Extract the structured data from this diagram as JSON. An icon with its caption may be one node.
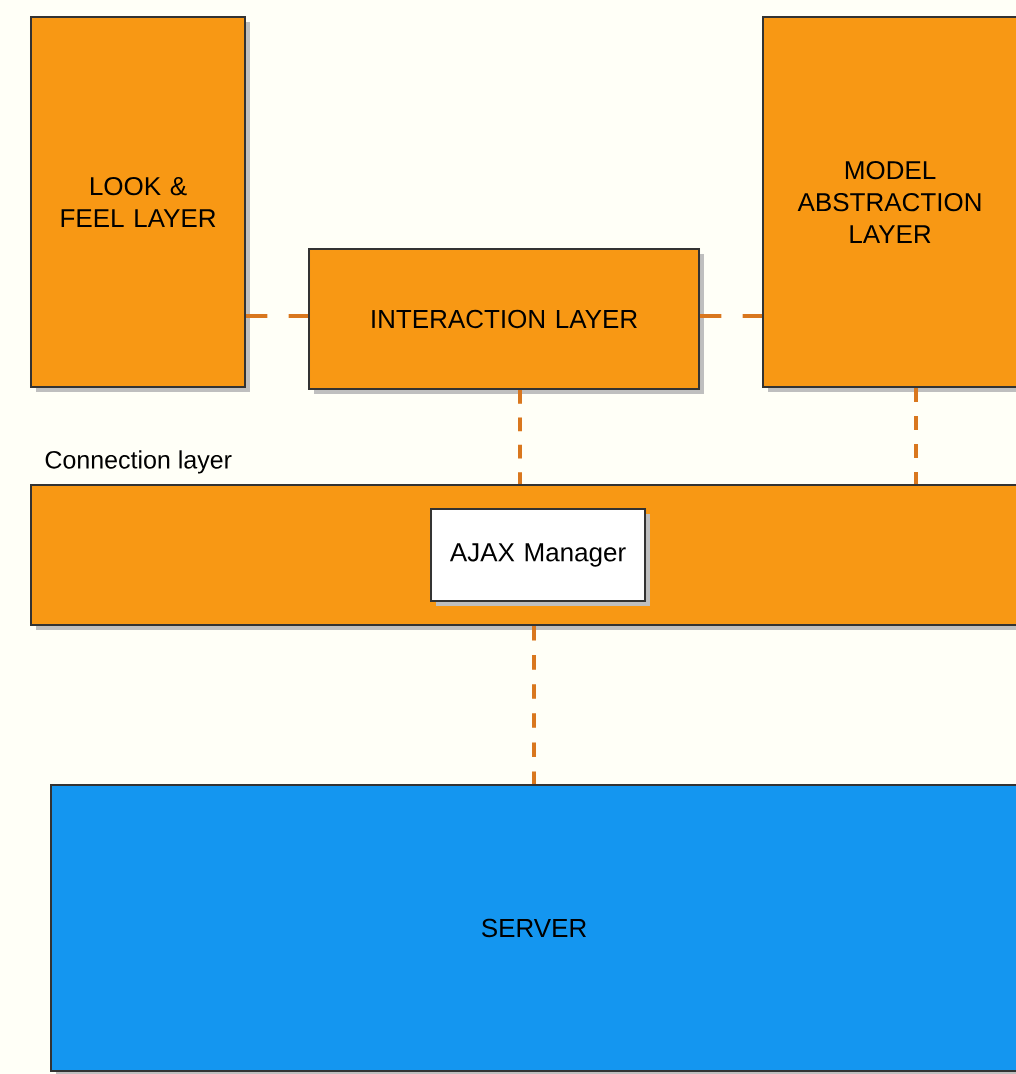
{
  "diagram": {
    "nodes": [
      {
        "text": [
          "LOOK & FEEL LAYER"
        ]
      },
      {
        "text": [
          "INTERACTION LAYER"
        ]
      },
      {
        "text": [
          "MODEL ABSTRACTION LAYER"
        ]
      },
      {
        "text": [
          "Connection layer"
        ]
      },
      {
        "text": [
          "AJAX Manager"
        ],
        "in": 3
      },
      {
        "text": [
          "SERVER"
        ]
      }
    ],
    "edges": [
      {
        "from": 0,
        "to": 1,
        "arrow": "none",
        "style": "dashed"
      },
      {
        "from": 1,
        "to": 2,
        "arrow": "none",
        "style": "dashed"
      },
      {
        "from": 1,
        "to": 3,
        "arrow": "none",
        "style": "dashed"
      },
      {
        "from": 2,
        "to": 3,
        "arrow": "none",
        "style": "dashed"
      },
      {
        "from": 3,
        "to": 5,
        "arrow": "none",
        "style": "dashed"
      }
    ]
  }
}
